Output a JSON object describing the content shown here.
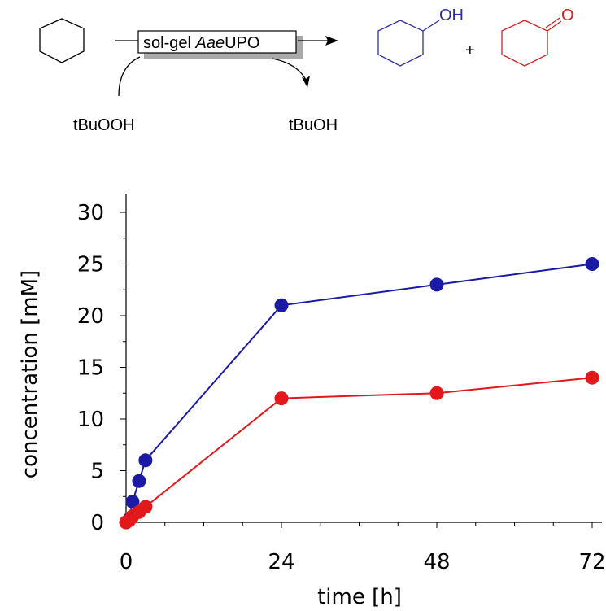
{
  "scheme": {
    "reagent_box_prefix": "sol-gel ",
    "reagent_box_italic": "Aae",
    "reagent_box_suffix": "UPO",
    "oxidant": "tBuOOH",
    "byproduct": "tBuOH",
    "plus": "+",
    "alcohol_label": "OH",
    "ketone_label": "O",
    "colors": {
      "alcohol": "#2f2fa0",
      "ketone": "#d42020",
      "substrate": "#000000"
    }
  },
  "chart_data": {
    "type": "line",
    "xlabel": "time [h]",
    "ylabel": "concentration [mM]",
    "xlim": [
      0,
      72
    ],
    "ylim": [
      0,
      30
    ],
    "xticks": [
      0,
      24,
      48,
      72
    ],
    "yticks": [
      0,
      5,
      10,
      15,
      20,
      25,
      30
    ],
    "grid": false,
    "series": [
      {
        "color": "#1a1aa6",
        "x": [
          0,
          0.5,
          1,
          2,
          3,
          24,
          48,
          72
        ],
        "y": [
          0,
          0.3,
          2,
          4,
          6,
          21,
          23,
          25
        ]
      },
      {
        "color": "#e3181b",
        "x": [
          0,
          0.5,
          1,
          2,
          3,
          24,
          48,
          72
        ],
        "y": [
          0,
          0.2,
          0.6,
          1,
          1.5,
          12,
          12.5,
          14
        ]
      }
    ]
  }
}
